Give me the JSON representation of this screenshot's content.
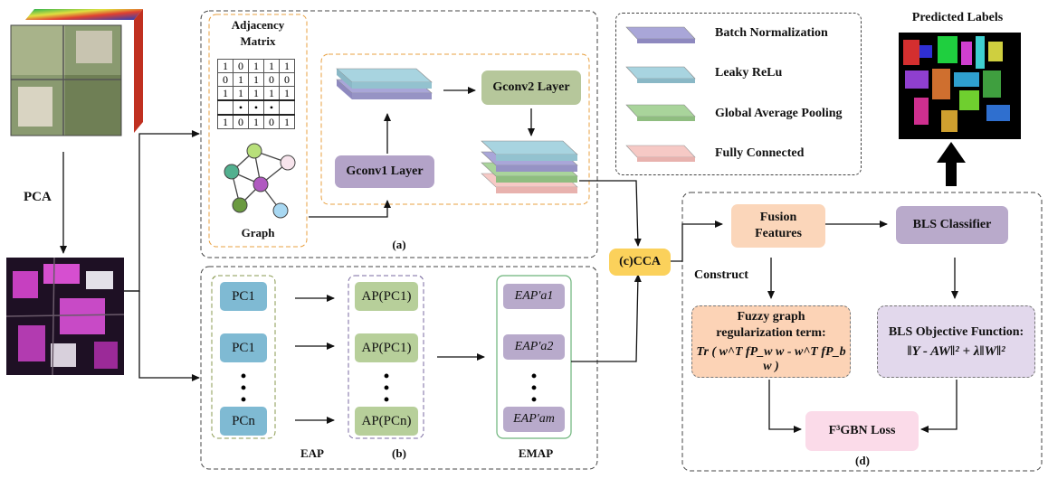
{
  "left": {
    "pca": "PCA"
  },
  "panel_a": {
    "caption": "(a)",
    "adjacency_title_1": "Adjacency",
    "adjacency_title_2": "Matrix",
    "matrix_rows": [
      [
        "1",
        "0",
        "1",
        "1",
        "1"
      ],
      [
        "0",
        "1",
        "1",
        "0",
        "0"
      ],
      [
        "1",
        "1",
        "1",
        "1",
        "1"
      ],
      [
        "",
        "•",
        "•",
        "•",
        ""
      ],
      [
        "1",
        "0",
        "1",
        "0",
        "1"
      ]
    ],
    "graph_label": "Graph",
    "gconv1": "Gconv1 Layer",
    "gconv2": "Gconv2 Layer"
  },
  "panel_b": {
    "caption": "(b)",
    "eap_label": "EAP",
    "emap_label": "EMAP",
    "pc": [
      "PC1",
      "PC1",
      "PCn"
    ],
    "ap": [
      "AP(PC1)",
      "AP(PC1)",
      "AP(PCn)"
    ],
    "emap": [
      "EAP'a1",
      "EAP'a2",
      "EAP'am"
    ],
    "dots": "•"
  },
  "cca": "(c)CCA",
  "legend": {
    "items": [
      {
        "label": "Batch Normalization",
        "color": "#a9a6d8"
      },
      {
        "label": "Leaky ReLu",
        "color": "#a8d4e0"
      },
      {
        "label": "Global Average Pooling",
        "color": "#a9d49b"
      },
      {
        "label": "Fully Connected",
        "color": "#f6c9c5"
      }
    ]
  },
  "predicted_labels": "Predicted Labels",
  "panel_d": {
    "caption": "(d)",
    "fusion_line1": "Fusion",
    "fusion_line2": "Features",
    "bls_classifier": "BLS Classifier",
    "construct": "Construct",
    "fuzzy_line1": "Fuzzy graph",
    "fuzzy_line2": "regularization term:",
    "fuzzy_formula": "Tr ( w^T fP_w w - w^T fP_b w )",
    "bls_obj_title": "BLS Objective Function:",
    "bls_obj_formula": "‖Y - AW‖² + λ‖W‖²",
    "loss": "F³GBN Loss"
  },
  "colors": {
    "pc": "#7fbad3",
    "ap": "#b7cf9a",
    "emap": "#b8aacb",
    "orange_border": "#e8a040",
    "cca": "#fbd15b"
  }
}
